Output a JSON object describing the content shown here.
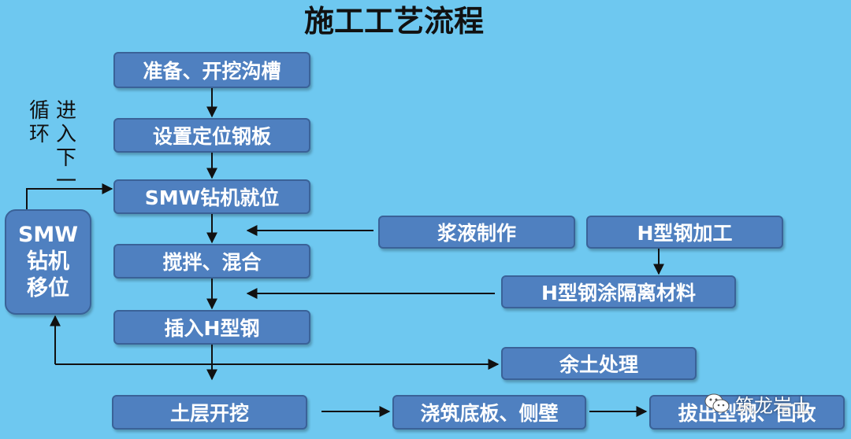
{
  "title": "施工工艺流程",
  "side_note": {
    "left_col": "循环",
    "right_col": "进入下一"
  },
  "steps": {
    "prepare": "准备、开挖沟槽",
    "plate": "设置定位钢板",
    "rig_in_place": "SMW钻机就位",
    "mix": "搅拌、混合",
    "insert": "插入H型钢",
    "excavate": "土层开挖",
    "slurry": "浆液制作",
    "h_fab": "H型钢加工",
    "h_coat": "H型钢涂隔离材料",
    "spoil": "余土处理",
    "pour": "浇筑底板、侧壁",
    "extract": "拔出型钢、回收"
  },
  "rig_move": [
    "SMW",
    "钻机",
    "移位"
  ],
  "watermark": "筑龙岩土",
  "colors": {
    "background": "#6ec8f0",
    "box_fill": "#4f80c0",
    "box_border": "#3a6298",
    "text": "#ffffff",
    "arrow": "#111111"
  }
}
